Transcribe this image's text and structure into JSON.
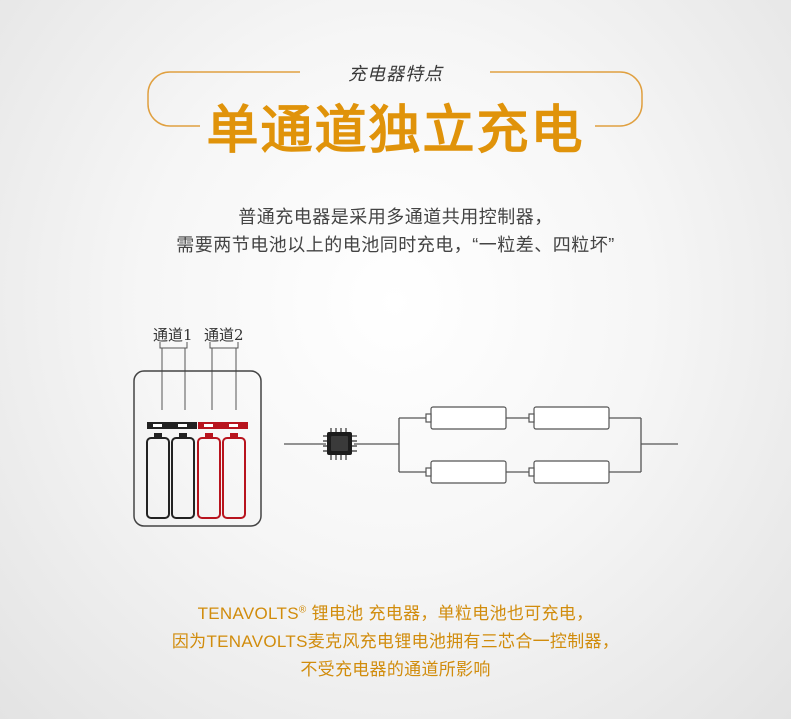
{
  "header": {
    "subtitle": "充电器特点",
    "title": "单通道独立充电"
  },
  "description": {
    "line1": "普通充电器是采用多通道共用控制器，",
    "line2": "需要两节电池以上的电池同时充电，“一粒差、四粒坏”"
  },
  "diagram": {
    "channel1_label": "通道1",
    "channel2_label": "通道2"
  },
  "footer": {
    "brand": "TENAVOLTS",
    "reg_mark": "®",
    "line1_rest": " 锂电池 充电器，单粒电池也可充电，",
    "line2": "因为TENAVOLTS麦克风充电锂电池拥有三芯合一控制器，",
    "line3": "不受充电器的通道所影响"
  },
  "colors": {
    "accent": "#e0930a",
    "footer_text": "#d18c0c",
    "battery_black": "#222222",
    "battery_red": "#b8141e"
  }
}
